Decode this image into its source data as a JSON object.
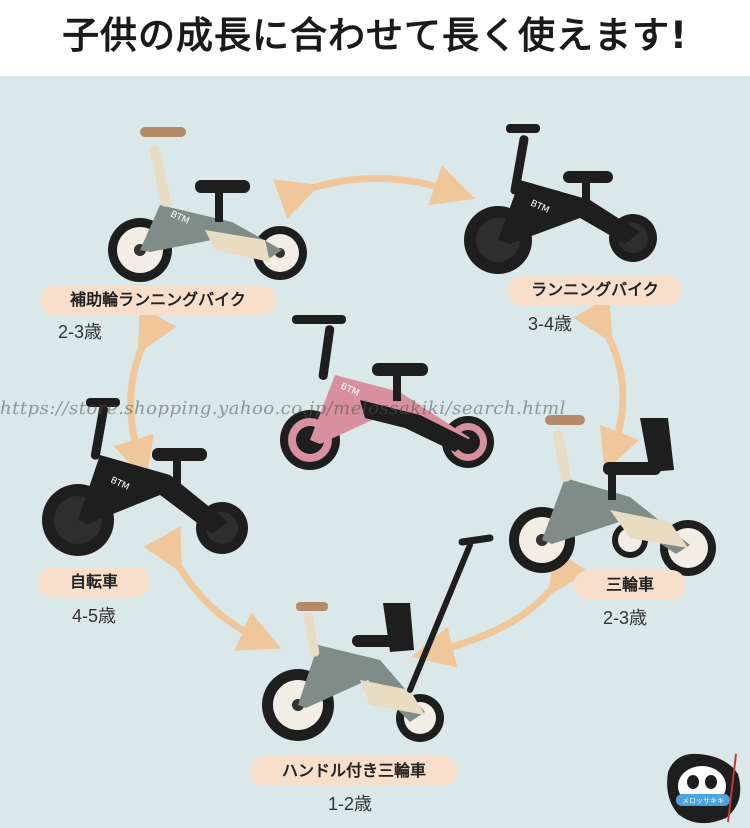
{
  "headline": "子供の成長に合わせて長く使えます!",
  "watermark": "https://store.shopping.yahoo.co.jp/melossakiki/search.html",
  "brand_on_frame": "BTM",
  "logo_text": "メロッサキキ",
  "stages": [
    {
      "label": "補助輪ランニングバイク",
      "age": "2-3歳"
    },
    {
      "label": "ランニングバイク",
      "age": "3-4歳"
    },
    {
      "label": "自転車",
      "age": "4-5歳"
    },
    {
      "label": "三輪車",
      "age": "2-3歳"
    },
    {
      "label": "ハンドル付き三輪車",
      "age": "1-2歳"
    }
  ],
  "colors": {
    "background": "#dbe8ea",
    "label_fill": "#f7dfcc",
    "arrow": "#efc79a",
    "frame_green": "#7f8c88",
    "frame_black": "#1e1e1e",
    "frame_pink": "#d8909e",
    "cream": "#e8dcc2"
  }
}
